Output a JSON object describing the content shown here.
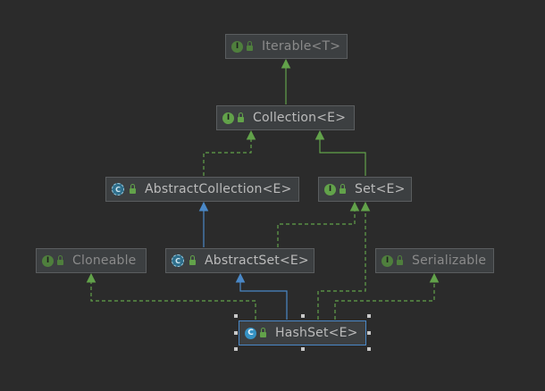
{
  "diagram": {
    "nodes": {
      "iterable": {
        "name": "Iterable<T>",
        "badge": "I",
        "kind": "interface"
      },
      "collection": {
        "name": "Collection<E>",
        "badge": "I",
        "kind": "interface"
      },
      "abstract_collection": {
        "name": "AbstractCollection<E>",
        "badge": "C",
        "kind": "abstract-class"
      },
      "set": {
        "name": "Set<E>",
        "badge": "I",
        "kind": "interface"
      },
      "cloneable": {
        "name": "Cloneable",
        "badge": "I",
        "kind": "interface"
      },
      "abstract_set": {
        "name": "AbstractSet<E>",
        "badge": "C",
        "kind": "abstract-class"
      },
      "serializable": {
        "name": "Serializable",
        "badge": "I",
        "kind": "interface"
      },
      "hashset": {
        "name": "HashSet<E>",
        "badge": "C",
        "kind": "class"
      }
    },
    "colors": {
      "background": "#2b2b2b",
      "node_fill": "#3c3f41",
      "node_border": "#5a5d5f",
      "implements_edge": "#62a24a",
      "extends_edge": "#4a88c7",
      "selected_border": "#4a88c7"
    },
    "icons": {
      "interface": "interface-icon",
      "abstract_class": "abstract-class-icon",
      "class": "class-icon",
      "visibility": "public-lock-icon"
    }
  }
}
